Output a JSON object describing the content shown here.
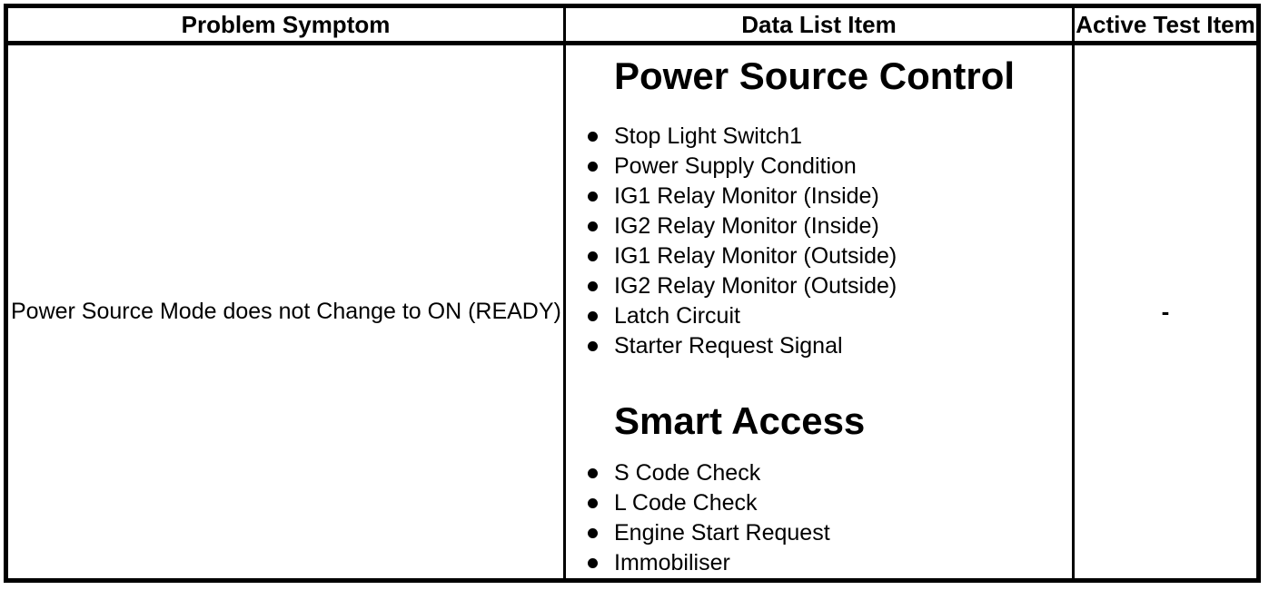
{
  "table": {
    "headers": {
      "problem_symptom": "Problem Symptom",
      "data_list_item": "Data List Item",
      "active_test_item": "Active Test Item"
    },
    "row": {
      "problem_symptom": "Power Source Mode does not Change to ON (READY)",
      "data_list": {
        "sections": [
          {
            "heading": "Power Source Control",
            "items": [
              "Stop Light Switch1",
              "Power Supply Condition",
              "IG1 Relay Monitor (Inside)",
              "IG2 Relay Monitor (Inside)",
              "IG1 Relay Monitor (Outside)",
              "IG2 Relay Monitor (Outside)",
              "Latch Circuit",
              "Starter Request Signal"
            ]
          },
          {
            "heading": "Smart Access",
            "items": [
              "S Code Check",
              "L Code Check",
              "Engine Start Request",
              "Immobiliser"
            ]
          }
        ]
      },
      "active_test": "-"
    },
    "colors": {
      "border": "#000000",
      "text": "#000000",
      "background": "#ffffff"
    }
  }
}
